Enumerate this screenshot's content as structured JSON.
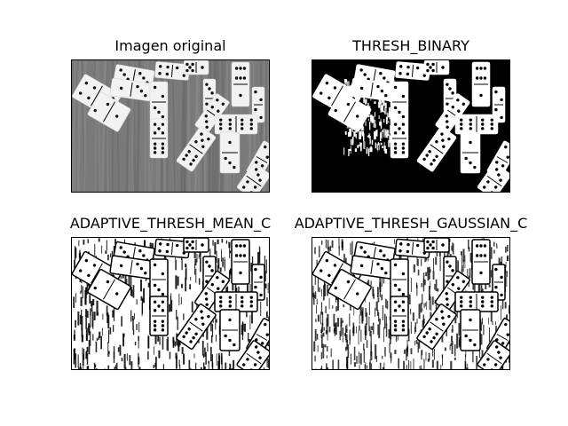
{
  "figure": {
    "background": "#ffffff",
    "panels": [
      {
        "title": "Imagen original",
        "image": "dominoes-grayscale",
        "palette": {
          "bg": "#7a7a7a",
          "tile": "#f2f2f2",
          "pip": "#111111"
        }
      },
      {
        "title": "THRESH_BINARY",
        "image": "dominoes-binary-threshold",
        "palette": {
          "bg": "#000000",
          "tile": "#ffffff",
          "pip": "#000000"
        }
      },
      {
        "title": "ADAPTIVE_THRESH_MEAN_C",
        "image": "dominoes-adaptive-mean",
        "palette": {
          "bg": "#ffffff",
          "tile": "#ffffff",
          "pip": "#000000"
        }
      },
      {
        "title": "ADAPTIVE_THRESH_GAUSSIAN_C",
        "image": "dominoes-adaptive-gaussian",
        "palette": {
          "bg": "#ffffff",
          "tile": "#ffffff",
          "pip": "#000000"
        }
      }
    ]
  }
}
